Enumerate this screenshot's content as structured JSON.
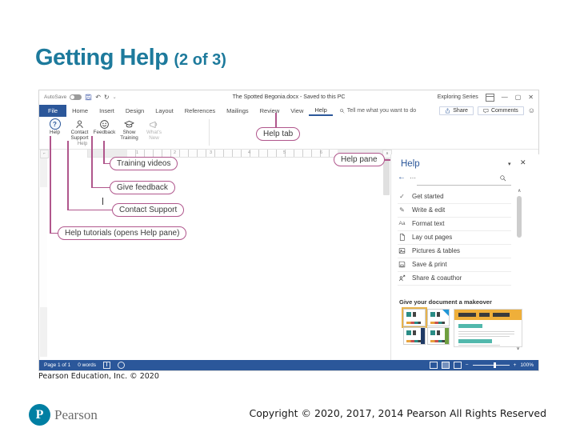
{
  "slide": {
    "title": "Getting Help",
    "title_suffix": "(2 of 3)",
    "credit": "Pearson Education, Inc. © 2020",
    "copyright": "Copyright © 2020, 2017, 2014 Pearson All Rights Reserved",
    "brand": "Pearson",
    "brand_initial": "P"
  },
  "word": {
    "titlebar": {
      "autosave": "AutoSave",
      "doc_title": "The Spotted Begonia.docx - Saved to this PC",
      "user": "Exploring Series"
    },
    "tabs": [
      "File",
      "Home",
      "Insert",
      "Design",
      "Layout",
      "References",
      "Mailings",
      "Review",
      "View",
      "Help"
    ],
    "tell_me": "Tell me what you want to do",
    "share": "Share",
    "comments": "Comments",
    "ribbon": {
      "group_label": "Help",
      "buttons": [
        {
          "l1": "Help",
          "l2": ""
        },
        {
          "l1": "Contact",
          "l2": "Support"
        },
        {
          "l1": "Feedback",
          "l2": ""
        },
        {
          "l1": "Show",
          "l2": "Training"
        },
        {
          "l1": "What's",
          "l2": "New"
        }
      ]
    },
    "ruler": [
      "1",
      "2",
      "3",
      "4",
      "5",
      "6"
    ],
    "status": {
      "page": "Page 1 of 1",
      "words": "0 words",
      "zoom": "100%"
    }
  },
  "help_pane": {
    "title": "Help",
    "items": [
      {
        "label": "Get started"
      },
      {
        "label": "Write & edit"
      },
      {
        "label": "Format text"
      },
      {
        "label": "Lay out pages"
      },
      {
        "label": "Pictures & tables"
      },
      {
        "label": "Save & print"
      },
      {
        "label": "Share & coauthor"
      }
    ],
    "makeover": "Give your document a makeover"
  },
  "callouts": {
    "help_tab": "Help tab",
    "help_pane": "Help pane",
    "training_videos": "Training videos",
    "give_feedback": "Give feedback",
    "contact_support": "Contact Support",
    "help_tutorials": "Help tutorials (opens Help pane)"
  },
  "icons": {
    "close": "✕",
    "minimize": "—",
    "maximize": "▢",
    "caret": "⌄",
    "dropdown": "▾",
    "ellipsis": "⋯",
    "back": "←",
    "undo": "↶",
    "redo": "↻",
    "smiley": "☺",
    "check": "✓",
    "pencil": "✎",
    "format": "Aa",
    "up": "∧",
    "down": "∨",
    "corner": "⌐"
  },
  "colors": {
    "accent": "#2b579a",
    "callout_border": "#b0568c",
    "title": "#1d7a9c",
    "pearson_teal": "#007fa3"
  }
}
